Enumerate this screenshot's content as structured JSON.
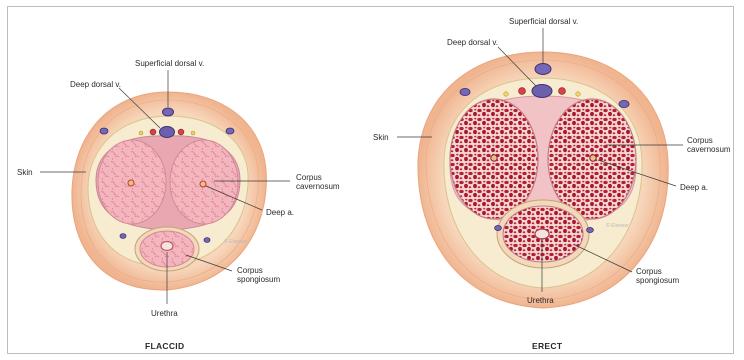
{
  "panels": {
    "flaccid": {
      "caption": "FLACCID",
      "labels": {
        "superficial_dorsal_v": "Superficial dorsal v.",
        "deep_dorsal_v": "Deep dorsal v.",
        "skin": "Skin",
        "corpus_cavernosum_1": "Corpus",
        "corpus_cavernosum_2": "cavernosum",
        "deep_a": "Deep a.",
        "corpus_spongiosum_1": "Corpus",
        "corpus_spongiosum_2": "spongiosum",
        "urethra": "Urethra"
      }
    },
    "erect": {
      "caption": "ERECT",
      "labels": {
        "superficial_dorsal_v": "Superficial dorsal v.",
        "deep_dorsal_v": "Deep dorsal v.",
        "skin": "Skin",
        "corpus_cavernosum_1": "Corpus",
        "corpus_cavernosum_2": "cavernosum",
        "deep_a": "Deep a.",
        "corpus_spongiosum_1": "Corpus",
        "corpus_spongiosum_2": "spongiosum",
        "urethra": "Urethra"
      }
    }
  },
  "watermark": "© Elsevier",
  "colors": {
    "skin": "#f5c7a3",
    "skin_inner": "#f2b892",
    "fascia": "#f6e9c8",
    "tunica": "#e8a7b0",
    "flaccid_tissue": "#eb9aa6",
    "erect_tissue": "#b3202c",
    "vein": "#6c5fae",
    "artery": "#d9424a"
  }
}
